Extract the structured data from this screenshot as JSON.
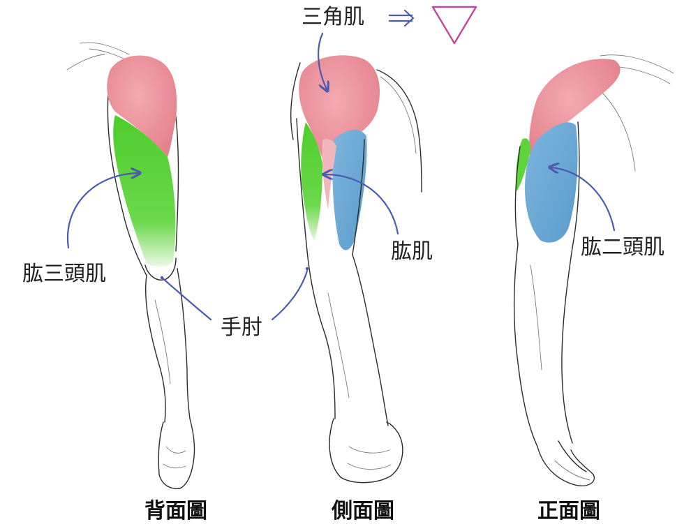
{
  "labels": {
    "deltoid": "三角肌",
    "triceps": "肱三頭肌",
    "brachialis": "肱肌",
    "biceps": "肱二頭肌",
    "elbow": "手肘"
  },
  "views": {
    "back": "背面圖",
    "side": "側面圖",
    "front": "正面圖"
  },
  "colors": {
    "deltoid": "#ec8f98",
    "triceps": "#5cd43a",
    "brachialis": "#6aaad6",
    "biceps": "#6aaad6",
    "arrow": "#4a5bb0",
    "triangle": "#c0489a",
    "ink": "#2a2a2a"
  }
}
